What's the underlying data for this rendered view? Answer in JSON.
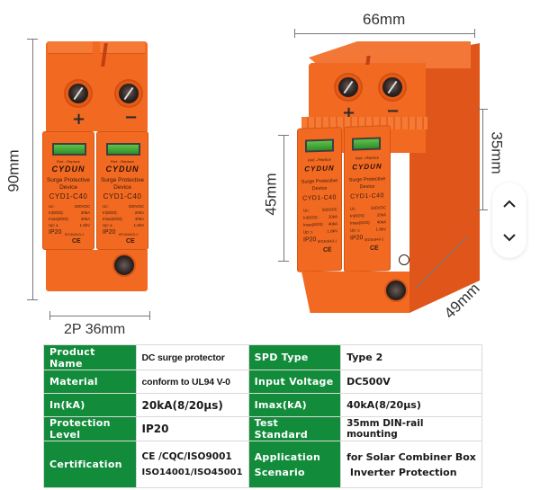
{
  "dimensions": {
    "height_front": "90mm",
    "width_front": "2P  36mm",
    "width_3d": "66mm",
    "height_3d_module": "45mm",
    "height_3d_right": "35mm",
    "depth_3d": "49mm"
  },
  "product": {
    "polarity_plus": "+",
    "polarity_minus": "−",
    "modules": [
      {
        "indicator_text": "Red→Replace",
        "brand": "CYDUN",
        "title_line1": "Surge Protective",
        "title_line2": "Device",
        "model": "CYD1-C40",
        "specs": [
          {
            "label": "Uc:",
            "value": "500VDC"
          },
          {
            "label": "In(8/20):",
            "value": "20kA"
          },
          {
            "label": "Imax(8/20):",
            "value": "40kA"
          },
          {
            "label": "Up:  ≤",
            "value": "1.8kV"
          }
        ],
        "ip_rating": "IP20",
        "standard": "IEC61643-1",
        "ce_mark": "CE"
      },
      {
        "indicator_text": "Red→Replace",
        "brand": "CYDUN",
        "title_line1": "Surge Protective",
        "title_line2": "Device",
        "model": "CYD1-C40",
        "specs": [
          {
            "label": "Uc:",
            "value": "500VDC"
          },
          {
            "label": "In(8/20):",
            "value": "20kA"
          },
          {
            "label": "Imax(8/20):",
            "value": "40kA"
          },
          {
            "label": "Up:  ≤",
            "value": "1.8kV"
          }
        ],
        "ip_rating": "IP20",
        "standard": "IEC61643-1",
        "ce_mark": "CE"
      }
    ],
    "colors": {
      "body_orange": "#f26a22",
      "indicator_green": "#3fa83a",
      "table_green": "#128c3b"
    }
  },
  "gallery_nav": {
    "up_icon": "^",
    "down_icon": "v"
  },
  "spec_table": {
    "rows": [
      {
        "key1": "Product Name",
        "val1": "DC surge protector",
        "key2": "SPD Type",
        "val2": "Type 2"
      },
      {
        "key1": "Material",
        "val1": "conform to UL94 V-0",
        "key2": "Input Voltage",
        "val2": "DC500V"
      },
      {
        "key1": "In(kA)",
        "val1": "20kA(8/20μs)",
        "key2": "Imax(kA)",
        "val2": "40kA(8/20μs)"
      },
      {
        "key1": "Protection Level",
        "val1": "IP20",
        "key2": "Test Standard",
        "val2": "35mm DIN-rail mounting"
      },
      {
        "key1": "Certification",
        "val1_line1": "CE /CQC/ISO9001",
        "val1_line2": "ISO14001/ISO45001",
        "key2_line1": "Application",
        "key2_line2": "Scenario",
        "val2_line1": "for Solar Combiner Box",
        "val2_line2": " Inverter Protection"
      }
    ]
  }
}
